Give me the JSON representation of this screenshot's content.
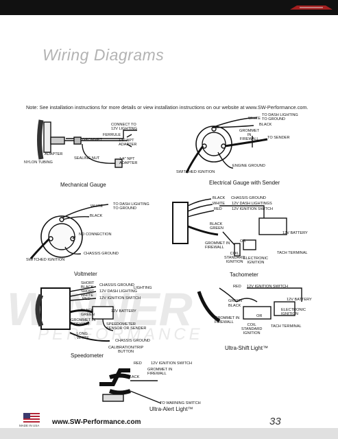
{
  "header": {
    "logo_icon": "winner-logo"
  },
  "page": {
    "title": "Wiring Diagrams",
    "note": "Note: See installation instructions for more details or view installation instructions on our website at www.SW-Performance.com."
  },
  "mechanical": {
    "caption": "Mechanical Gauge",
    "labels": {
      "connect": "CONNECT TO\n12V LIGHTING",
      "ferrule": "FERRULE",
      "grommet": "GROMMET",
      "npt18": "1/8\" NPT\nADAPTER",
      "adapter": "ADAPTER",
      "sealing": "SEALING NUT",
      "npt14": "1/4\" NPT\nADAPTER",
      "nylon": "NYLON TUBING"
    }
  },
  "electrical": {
    "caption": "Electrical Gauge with Sender",
    "labels": {
      "white": "WHITE",
      "black": "BLACK",
      "dash": "TO DASH LIGHTING\nTO GROUND",
      "grommet": "GROMMET\nIN\nFIREWALL",
      "sender": "TO SENDER",
      "engine": "ENGINE GROUND",
      "switched": "SWITCHED IGNITION"
    }
  },
  "voltmeter": {
    "caption": "Voltmeter",
    "labels": {
      "white": "WHITE",
      "black": "BLACK",
      "dash": "TO DASH LIGHTING\nTO GROUND",
      "noconn": "NO CONNECTION",
      "chassis": "CHASSIS GROUND",
      "switched": "SWITCHED IGNITION"
    }
  },
  "tachometer": {
    "caption": "Tachometer",
    "labels": {
      "black": "BLACK",
      "white": "WHITE",
      "red": "RED",
      "chassis": "CHASSIS GROUND",
      "dash": "12V DASH LIGHTINGS",
      "ign": "12V IGNITION SWITCH",
      "blackgreen": "BLACK\nGREEN",
      "battery": "12V BATTERY",
      "grommet": "GROMMET IN\nFIREWALL",
      "or": "OR",
      "coil": "COIL\nSTANDARD\nIGNITION",
      "electronic": "ELECTRONIC\nIGNITION",
      "tach": "TACH TERMINAL"
    }
  },
  "speedometer": {
    "caption": "Speedometer",
    "labels": {
      "shortblack": "SHORT\nBLACK",
      "shortwhite": "SHORT\nWHITE",
      "red": "RED",
      "chassis": "CHASSIS GROUND",
      "dash": "12V DASH LIGHTING",
      "lighting": "LIGHTING",
      "ign": "12V IGNITION SWITCH",
      "blackgreen": "BLACK\nGREEN",
      "battery": "12V BATTERY",
      "grommet": "GROMMET IN\nFIREWALL",
      "sensor": "SPEEDOMETER\nSENSOR OR SENDER",
      "longwhite": "LONG\nWHITE",
      "chassis2": "CHASSIS GROUND",
      "calibration": "CALIBRATION/TRIP\nBUTTON"
    }
  },
  "ultrashift": {
    "caption": "Ultra-Shift Light™",
    "labels": {
      "red": "RED",
      "ign": "12V IGNITION SWITCH",
      "green": "GREEN",
      "black": "BLACK",
      "battery": "12V BATTERY",
      "grommet": "GROMMET IN\nFIREWALL",
      "or": "OR",
      "coil": "COIL\nSTANDARD\nIGNITION",
      "electronic": "ELECTRONIC\nIGNITION",
      "tach": "TACH TERMINAL"
    }
  },
  "ultraalert": {
    "caption": "Ultra-Alert Light™",
    "labels": {
      "red": "RED",
      "ign": "12V IGNITION SWITCH",
      "grommet": "GROMMET IN\nFIREWALL",
      "black": "BLACK",
      "warning": "TO WARNING SWITCH"
    }
  },
  "watermark": {
    "main": "WINNER",
    "sub": "PERFORMANCE"
  },
  "footer": {
    "url": "www.SW-Performance.com",
    "page": "33",
    "made": "MADE IN USA",
    "flag_icon": "usa-flag"
  }
}
